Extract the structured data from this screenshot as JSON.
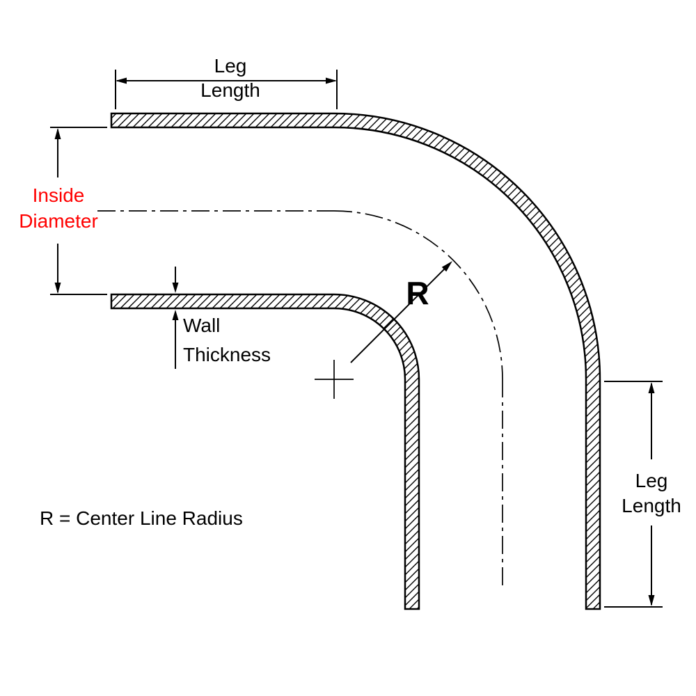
{
  "diagram": {
    "subject": "90-degree elbow tube fitting dimension drawing",
    "labels": {
      "top_leg_length": {
        "line1": "Leg",
        "line2": "Length"
      },
      "inside_diameter": {
        "line1": "Inside",
        "line2": "Diameter",
        "color": "#ff0000"
      },
      "wall_thickness": {
        "line1": "Wall",
        "line2": "Thickness"
      },
      "radius_symbol": "R",
      "legend": "R = Center Line Radius",
      "right_leg_length": {
        "line1": "Leg",
        "line2": "Length"
      }
    },
    "colors": {
      "line": "#000000",
      "background": "#ffffff",
      "highlight": "#ff0000"
    }
  }
}
